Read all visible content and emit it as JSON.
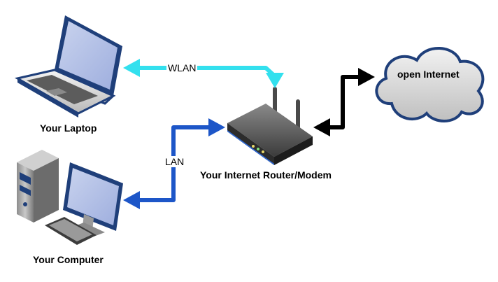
{
  "devices": {
    "laptop": {
      "label": "Your Laptop",
      "icon": "laptop-icon"
    },
    "computer": {
      "label": "Your Computer",
      "icon": "desktop-computer-icon"
    },
    "router": {
      "label": "Your Internet Router/Modem",
      "icon": "router-icon"
    },
    "internet": {
      "label": "open Internet",
      "icon": "cloud-icon"
    }
  },
  "connections": {
    "wlan": {
      "label": "WLAN",
      "color": "#33e0ee"
    },
    "lan": {
      "label": "LAN",
      "color": "#1d56c8"
    },
    "internet": {
      "label": "",
      "color": "#000000"
    }
  }
}
